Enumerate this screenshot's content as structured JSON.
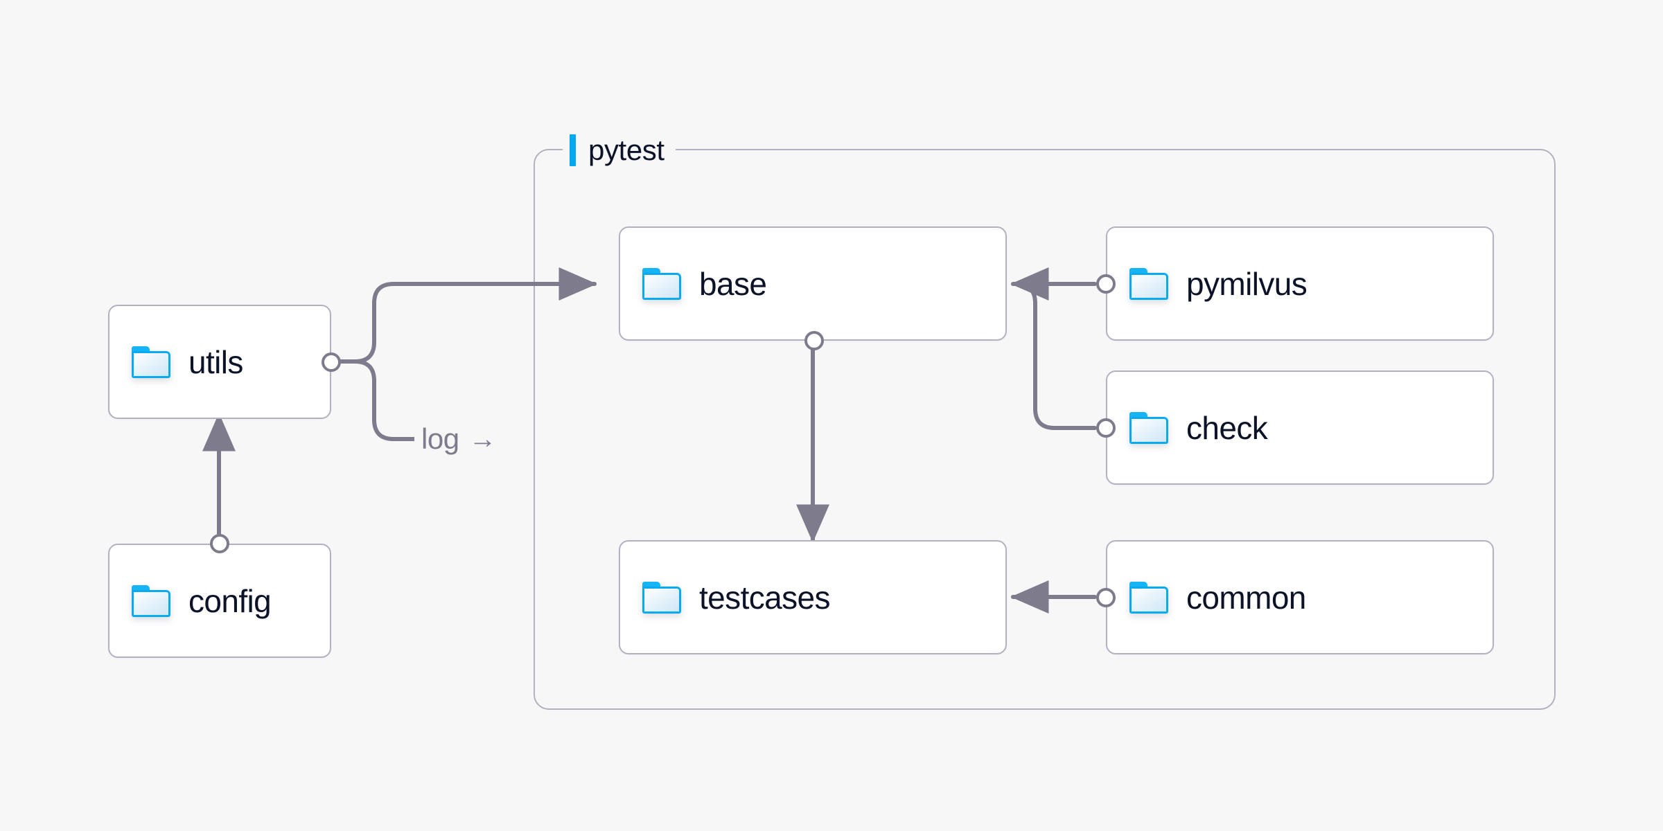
{
  "diagram": {
    "background_color": "#f7f7f8",
    "node_border_color": "#b3b1c0",
    "node_fill_color": "#ffffff",
    "edge_color": "#7d7b8c",
    "accent_color": "#00a8f0",
    "text_color": "#0c1329"
  },
  "group": {
    "title": "pytest",
    "accent_color": "#00a8f0"
  },
  "nodes": [
    {
      "id": "utils",
      "label": "utils",
      "icon": "folder-icon"
    },
    {
      "id": "config",
      "label": "config",
      "icon": "folder-icon"
    },
    {
      "id": "base",
      "label": "base",
      "icon": "folder-icon"
    },
    {
      "id": "testcases",
      "label": "testcases",
      "icon": "folder-icon"
    },
    {
      "id": "pymilvus",
      "label": "pymilvus",
      "icon": "folder-icon"
    },
    {
      "id": "check",
      "label": "check",
      "icon": "folder-icon"
    },
    {
      "id": "common",
      "label": "common",
      "icon": "folder-icon"
    }
  ],
  "edges": [
    {
      "id": "utils-base",
      "from": "utils",
      "to": "base",
      "label": ""
    },
    {
      "id": "utils-log",
      "from": "utils",
      "to": "pytest",
      "label": "log",
      "arrow_glyph": "→"
    },
    {
      "id": "config-utils",
      "from": "config",
      "to": "utils",
      "label": ""
    },
    {
      "id": "base-testcases",
      "from": "base",
      "to": "testcases",
      "label": ""
    },
    {
      "id": "pymilvus-base",
      "from": "pymilvus",
      "to": "base",
      "label": ""
    },
    {
      "id": "check-base",
      "from": "check",
      "to": "base",
      "label": ""
    },
    {
      "id": "common-testcases",
      "from": "common",
      "to": "testcases",
      "label": ""
    }
  ]
}
